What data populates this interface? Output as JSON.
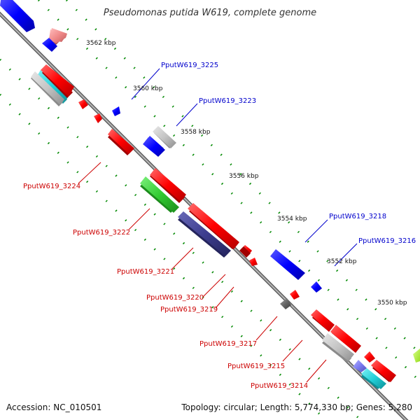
{
  "title": "Pseudomonas putida W619, complete genome",
  "footer": {
    "accession": "Accession: NC_010501",
    "topology": "Topology: circular; Length: 5,774,330 bp; Genes: 5,280"
  },
  "colors": {
    "backbone": "#888888",
    "forward_label": "#0000cc",
    "reverse_label": "#cc0000",
    "tick": "#008800"
  },
  "scale_labels": [
    "3562 kbp",
    "3560 kbp",
    "3558 kbp",
    "3556 kbp",
    "3554 kbp",
    "3552 kbp",
    "3550 kbp"
  ],
  "gene_labels": {
    "PputW619_3225": "PputW619_3225",
    "PputW619_3223": "PputW619_3223",
    "PputW619_3218": "PputW619_3218",
    "PputW619_3216": "PputW619_3216",
    "PputW619_3224": "PputW619_3224",
    "PputW619_3222": "PputW619_3222",
    "PputW619_3221": "PputW619_3221",
    "PputW619_3220": "PputW619_3220",
    "PputW619_3219": "PputW619_3219",
    "PputW619_3217": "PputW619_3217",
    "PputW619_3215": "PputW619_3215",
    "PputW619_3214": "PputW619_3214"
  }
}
